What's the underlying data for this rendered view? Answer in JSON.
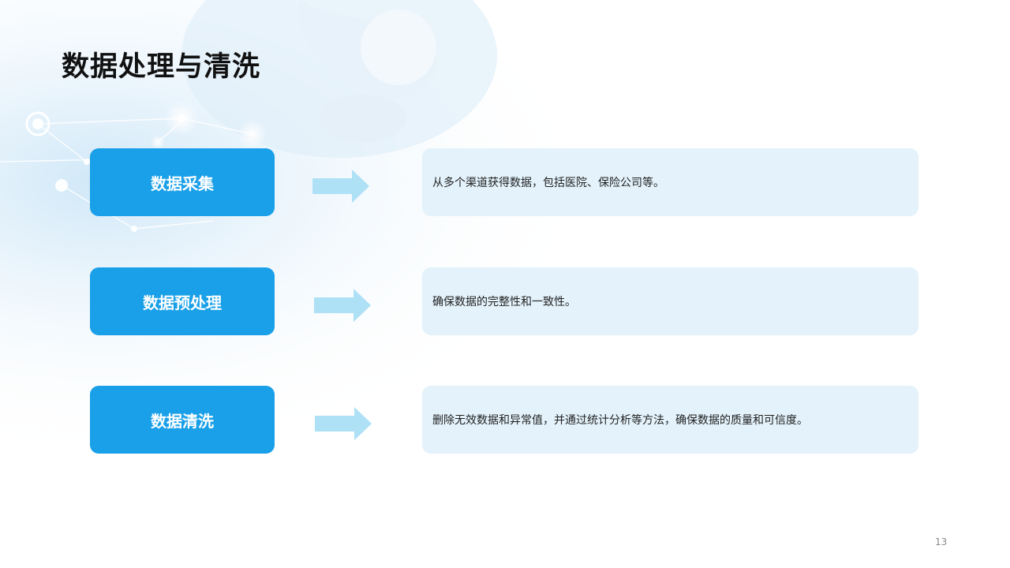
{
  "slide": {
    "title": "数据处理与清洗",
    "page_number": "13"
  },
  "steps": [
    {
      "label": "数据采集",
      "description": "从多个渠道获得数据，包括医院、保险公司等。"
    },
    {
      "label": "数据预处理",
      "description": "确保数据的完整性和一致性。"
    },
    {
      "label": "数据清洗",
      "description": "删除无效数据和异常值，并通过统计分析等方法，确保数据的质量和可信度。"
    }
  ],
  "colors": {
    "step_box": "#1aa0e8",
    "desc_box": "#e3f2fb",
    "arrow": "#aee0f6",
    "title": "#111111"
  },
  "icons": {
    "arrow": "right-arrow-icon",
    "background": "medical-network-icon"
  }
}
